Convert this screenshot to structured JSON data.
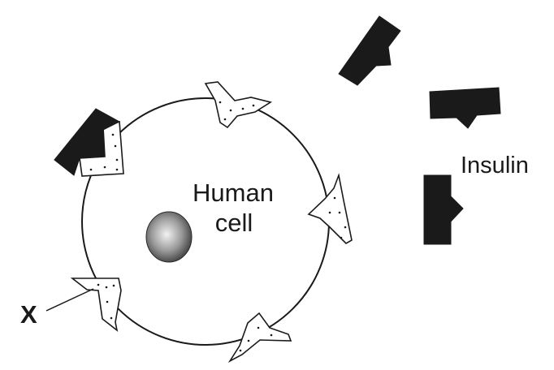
{
  "labels": {
    "cell_line1": "Human",
    "cell_line2": "cell",
    "insulin": "Insulin",
    "pointer": "X"
  },
  "colors": {
    "ink": "#1a1a1a",
    "background": "#ffffff",
    "nucleus_light": "#f2f2f2",
    "nucleus_dark": "#3a3a3a"
  }
}
